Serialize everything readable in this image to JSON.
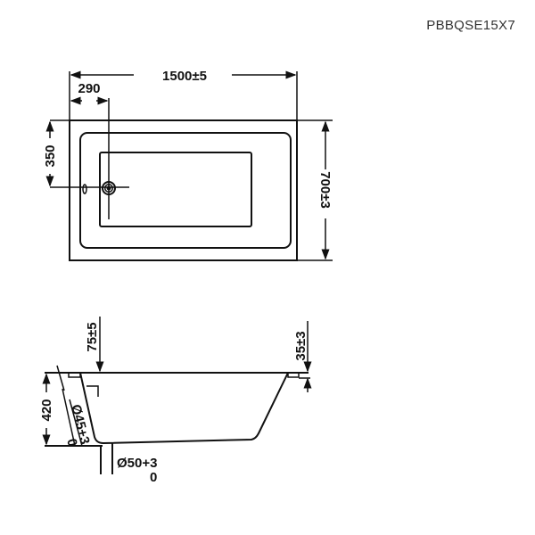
{
  "model_code": "PBBQSE15X7",
  "top_view": {
    "length": "1500±5",
    "drain_offset_x": "290",
    "drain_offset_y": "350",
    "width": "700±3"
  },
  "side_view": {
    "height": "420",
    "rim_left": "75±5",
    "rim_right": "35±3",
    "overflow": "Ø45+3",
    "overflow_tol": "0",
    "drain": "Ø50+3",
    "drain_tol": "0"
  }
}
